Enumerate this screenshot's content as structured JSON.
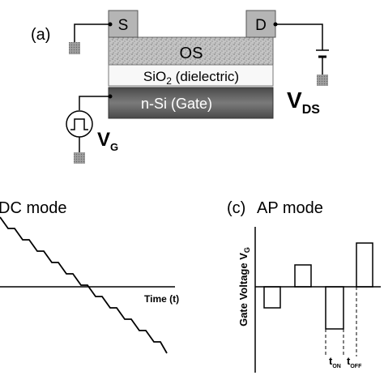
{
  "panel_a": {
    "label": "(a)",
    "source": "S",
    "drain": "D",
    "os_layer": "OS",
    "oxide_main": "SiO",
    "oxide_sub": "2",
    "oxide_suffix": " (dielectric)",
    "gate_layer": "n-Si (Gate)",
    "vds_main": "V",
    "vds_sub": "DS",
    "vg_main": "V",
    "vg_sub": "G"
  },
  "panel_b": {
    "title": "DC mode",
    "xlabel": "Time (t)"
  },
  "panel_c": {
    "label": "(c)",
    "title": "AP mode",
    "ylabel_main": "Gate Voltage V",
    "ylabel_sub": "G",
    "t_on_main": "t",
    "t_on_sub": "ON",
    "t_off_main": "t",
    "t_off_sub": "OFF"
  },
  "colors": {
    "os_fill": "#b9b9b9",
    "gate_fill": "#5a5a5a",
    "contact_fill": "#b5b5b5",
    "ground_fill": "#9a9a9a"
  }
}
